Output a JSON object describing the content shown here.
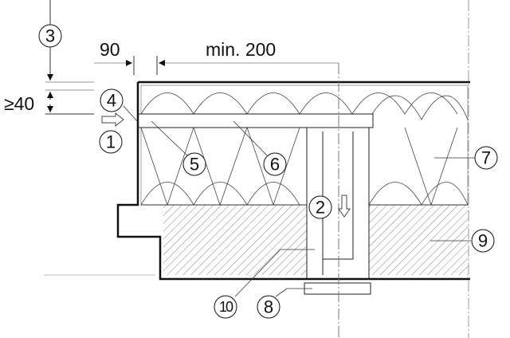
{
  "dimensions": {
    "left_offset": "90",
    "min_distance": "min. 200",
    "height_min": "≥40"
  },
  "callouts": [
    "1",
    "2",
    "3",
    "4",
    "5",
    "6",
    "7",
    "8",
    "9",
    "10"
  ],
  "flow_arrows": [
    "inflow-arrow-right",
    "flow-arrow-down"
  ],
  "colors": {
    "line": "#111111",
    "thin": "#555555",
    "hatch": "#666666"
  }
}
